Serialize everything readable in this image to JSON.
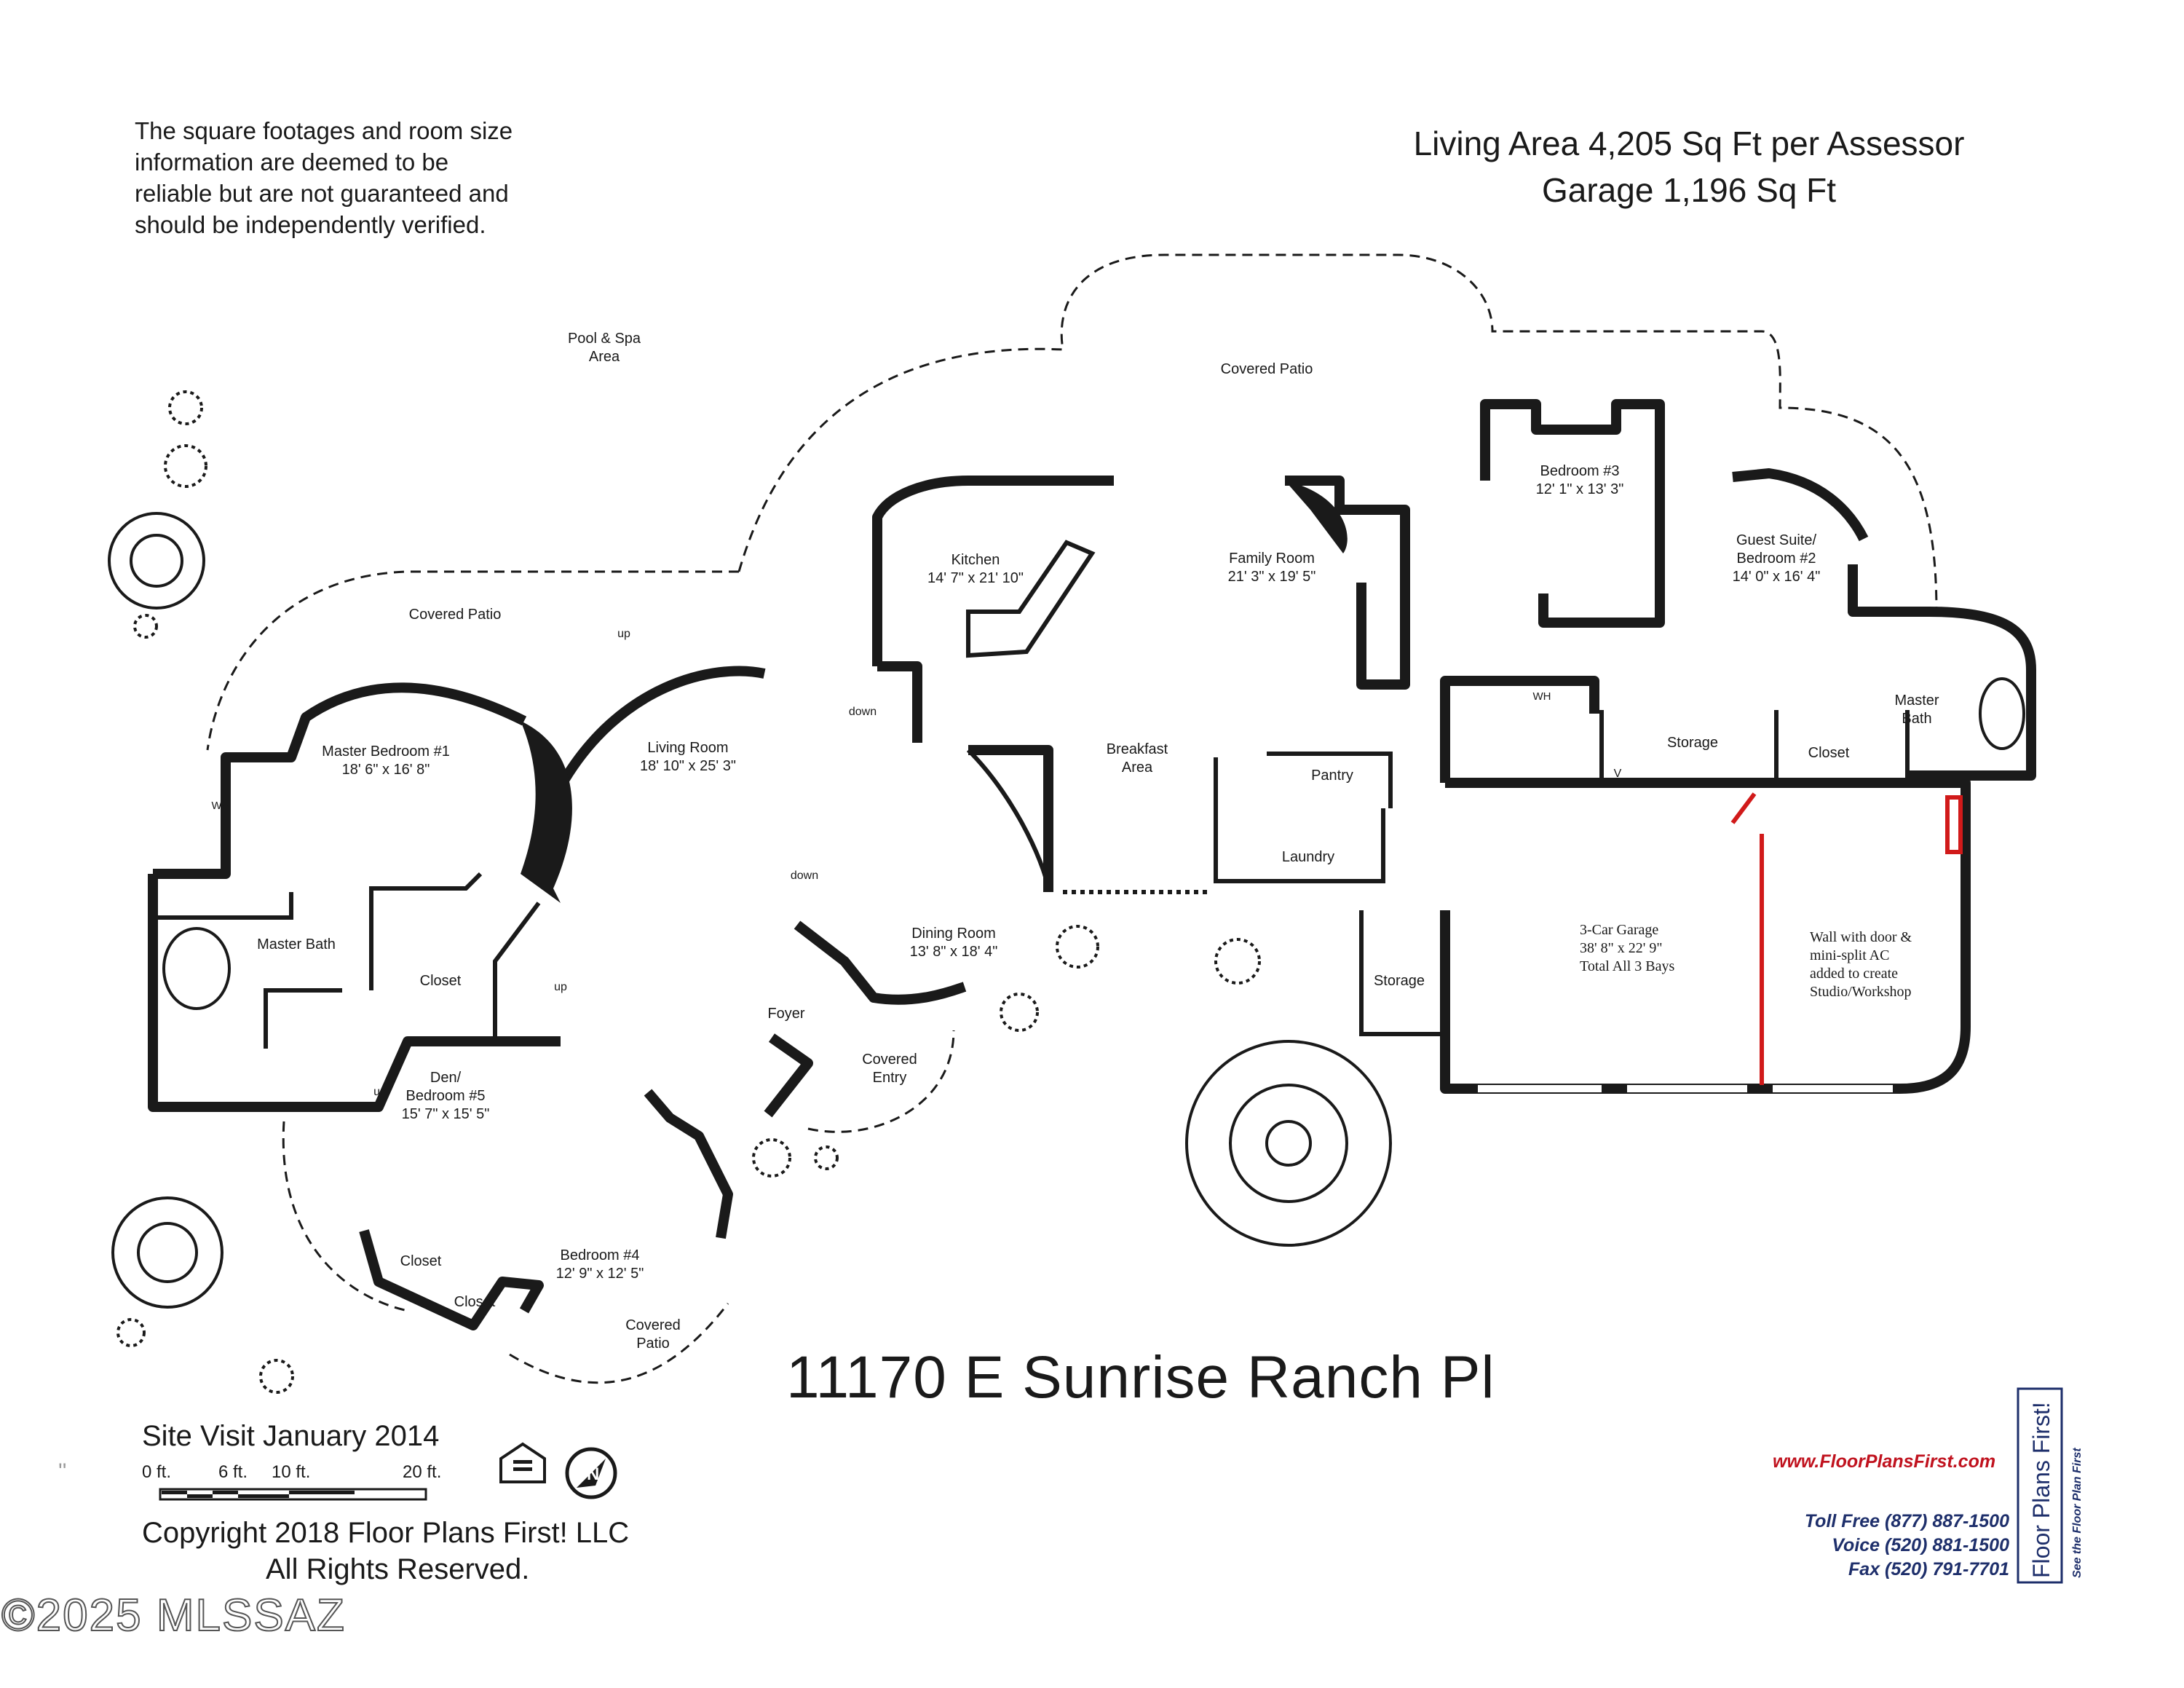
{
  "disclaimer": [
    "The square footages and room size",
    "information are deemed to be",
    "reliable but are not guaranteed and",
    "should be independently verified."
  ],
  "area_summary": {
    "living": "Living Area 4,205 Sq Ft per Assessor",
    "garage": "Garage 1,196 Sq Ft"
  },
  "rooms": {
    "pool_spa": [
      "Pool & Spa",
      "Area"
    ],
    "covered_patio_top": "Covered Patio",
    "covered_patio_left": "Covered Patio",
    "master_bedroom": [
      "Master Bedroom #1",
      "18' 6\" x 16' 8\""
    ],
    "living_room": [
      "Living Room",
      "18' 10\" x 25' 3\""
    ],
    "kitchen": [
      "Kitchen",
      "14' 7\" x 21' 10\""
    ],
    "family_room": [
      "Family Room",
      "21' 3\" x 19' 5\""
    ],
    "bedroom3": [
      "Bedroom #3",
      "12' 1\" x 13' 3\""
    ],
    "guest_suite": [
      "Guest Suite/",
      "Bedroom #2",
      "14' 0\" x 16' 4\""
    ],
    "master_bath_right": [
      "Master",
      "Bath"
    ],
    "storage_top": "Storage",
    "closet_right": "Closet",
    "breakfast": [
      "Breakfast",
      "Area"
    ],
    "pantry": "Pantry",
    "laundry": "Laundry",
    "master_bath": "Master Bath",
    "closet_master": "Closet",
    "dining_room": [
      "Dining Room",
      "13' 8\" x 18' 4\""
    ],
    "foyer": "Foyer",
    "covered_entry": [
      "Covered",
      "Entry"
    ],
    "den": [
      "Den/",
      "Bedroom #5",
      "15' 7\" x 15' 5\""
    ],
    "bedroom4": [
      "Bedroom #4",
      "12' 9\" x 12' 5\""
    ],
    "closet_den": "Closet",
    "closet_bed4": "Closet",
    "covered_patio_bottom": [
      "Covered",
      "Patio"
    ],
    "storage_garage": "Storage",
    "garage": [
      "3-Car Garage",
      "38' 8\" x 22' 9\"",
      "Total All 3 Bays"
    ],
    "workshop_note": [
      "Wall with door &",
      "mini-split AC",
      "added to create",
      "Studio/Workshop"
    ],
    "wh1": "WH",
    "wh2": "WH"
  },
  "markers": {
    "up1": "up",
    "up2": "up",
    "up3": "up",
    "down1": "down",
    "down2": "down",
    "v": "V"
  },
  "address": "11170 E Sunrise Ranch Pl",
  "site_visit": "Site Visit January 2014",
  "scale": {
    "labels": [
      "0 ft.",
      "6 ft.",
      "10 ft.",
      "20 ft."
    ]
  },
  "compass": "N",
  "copyright": [
    "Copyright 2018 Floor Plans First! LLC",
    "All Rights Reserved."
  ],
  "mls_watermark": "©2025 MLSSAZ",
  "floorplansfirst": {
    "url": "www.FloorPlansFirst.com",
    "brand": "Floor Plans First!",
    "tagline": "See the Floor Plan First",
    "contacts": [
      "Toll Free (877) 887-1500",
      "Voice (520) 881-1500",
      "Fax (520) 791-7701"
    ]
  },
  "colors": {
    "ink": "#1a1a1a",
    "red_wall": "#d11a1a",
    "brand_red": "#c0121e",
    "brand_blue": "#1e2f6b"
  }
}
